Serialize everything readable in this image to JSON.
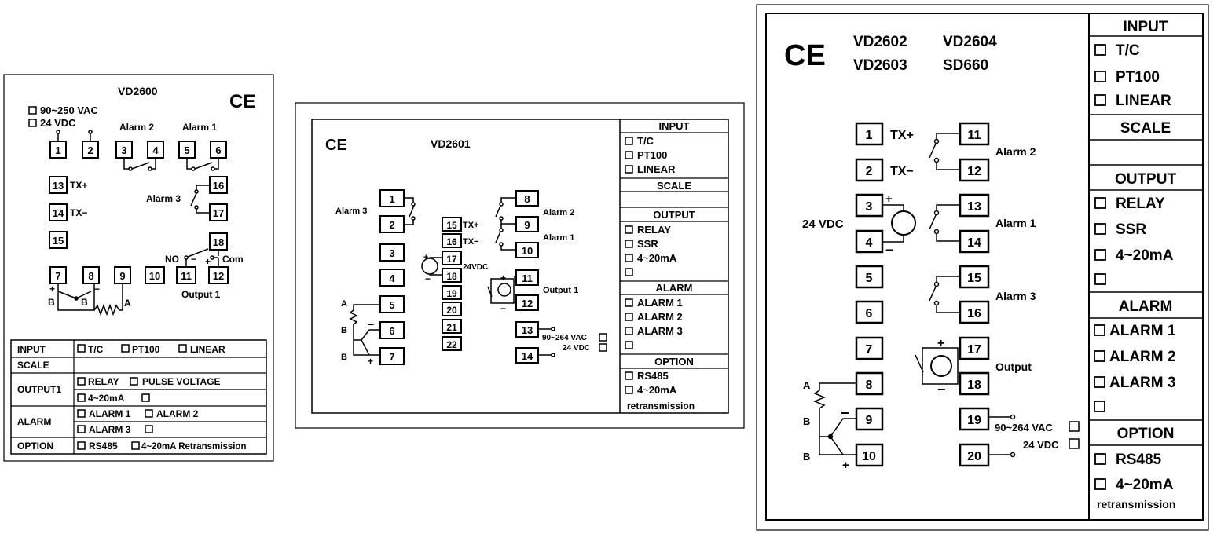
{
  "panel1": {
    "model": "VD2600",
    "ce": "CE",
    "power": [
      "90~250 VAC",
      "24 VDC"
    ],
    "terminals": [
      "1",
      "2",
      "3",
      "4",
      "5",
      "6",
      "13",
      "14",
      "15",
      "16",
      "17",
      "18",
      "7",
      "8",
      "9",
      "10",
      "11",
      "12"
    ],
    "labels": {
      "alarm2": "Alarm 2",
      "alarm1": "Alarm 1",
      "alarm3": "Alarm 3",
      "txp": "TX+",
      "txm": "TX−",
      "no": "NO",
      "com": "Com",
      "output1": "Output 1",
      "plus": "+",
      "minus": "−",
      "b1": "B",
      "b2": "B",
      "a": "A"
    },
    "table": {
      "input": "INPUT",
      "tc": "T/C",
      "pt100": "PT100",
      "linear": "LINEAR",
      "scale": "SCALE",
      "output1": "OUTPUT1",
      "relay": "RELAY",
      "pulse": "PULSE VOLTAGE",
      "ma": "4~20mA",
      "alarm": "ALARM",
      "al1": "ALARM 1",
      "al2": "ALARM 2",
      "al3": "ALARM 3",
      "option": "OPTION",
      "rs485": "RS485",
      "retrans": "4~20mA Retransmission"
    }
  },
  "panel2": {
    "model": "VD2601",
    "ce": "CE",
    "terminals": [
      "1",
      "2",
      "3",
      "4",
      "5",
      "6",
      "7",
      "15",
      "16",
      "17",
      "18",
      "19",
      "20",
      "21",
      "22",
      "8",
      "9",
      "10",
      "11",
      "12",
      "13",
      "14"
    ],
    "labels": {
      "alarm3": "Alarm 3",
      "alarm2": "Alarm 2",
      "alarm1": "Alarm 1",
      "txp": "TX+",
      "txm": "TX−",
      "vdc24": "24VDC",
      "output1": "Output 1",
      "vac": "90~264 VAC",
      "vdc": "24 VDC",
      "a": "A",
      "b1": "B",
      "b2": "B",
      "plus": "+",
      "minus": "−",
      "plus2": "+",
      "minus2": "−",
      "plus3": "+",
      "minus3": "−"
    },
    "side": {
      "input": "INPUT",
      "tc": "T/C",
      "pt100": "PT100",
      "linear": "LINEAR",
      "scale": "SCALE",
      "output": "OUTPUT",
      "relay": "RELAY",
      "ssr": "SSR",
      "ma": "4~20mA",
      "alarm": "ALARM",
      "al1": "ALARM 1",
      "al2": "ALARM 2",
      "al3": "ALARM 3",
      "option": "OPTION",
      "rs485": "RS485",
      "ma2": "4~20mA",
      "retrans": "retransmission"
    }
  },
  "panel3": {
    "models": [
      "VD2602",
      "VD2604",
      "VD2603",
      "SD660"
    ],
    "ce": "CE",
    "terminals": [
      "1",
      "2",
      "3",
      "4",
      "5",
      "6",
      "7",
      "8",
      "9",
      "10",
      "11",
      "12",
      "13",
      "14",
      "15",
      "16",
      "17",
      "18",
      "19",
      "20"
    ],
    "labels": {
      "txp": "TX+",
      "txm": "TX−",
      "vdc24": "24 VDC",
      "alarm2": "Alarm 2",
      "alarm1": "Alarm 1",
      "alarm3": "Alarm 3",
      "output": "Output",
      "vac": "90~264 VAC",
      "vdc": "24 VDC",
      "a": "A",
      "b1": "B",
      "b2": "B",
      "plus": "+",
      "minus": "−",
      "plus2": "+",
      "minus2": "−",
      "plus3": "+",
      "minus3": "−"
    },
    "side": {
      "input": "INPUT",
      "tc": "T/C",
      "pt100": "PT100",
      "linear": "LINEAR",
      "scale": "SCALE",
      "output": "OUTPUT",
      "relay": "RELAY",
      "ssr": "SSR",
      "ma": "4~20mA",
      "alarm": "ALARM",
      "al1": "ALARM 1",
      "al2": "ALARM 2",
      "al3": "ALARM 3",
      "option": "OPTION",
      "rs485": "RS485",
      "ma2": "4~20mA",
      "retrans": "retransmission"
    }
  }
}
